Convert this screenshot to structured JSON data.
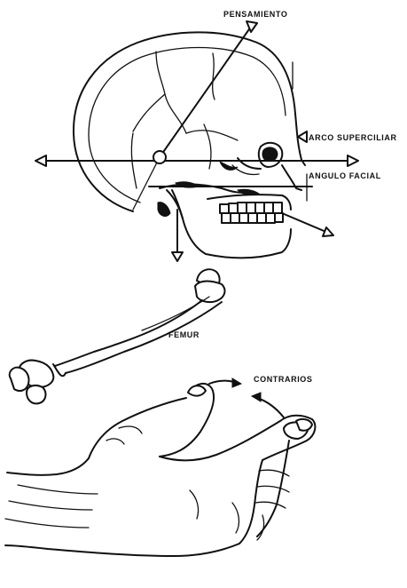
{
  "labels": {
    "pensamiento": "PENSAMIENTO",
    "arco_superciliar": "ARCO SUPERCILIAR",
    "angulo_facial": "ANGULO FACIAL",
    "femur": "FEMUR",
    "contrarios": "CONTRARIOS"
  }
}
